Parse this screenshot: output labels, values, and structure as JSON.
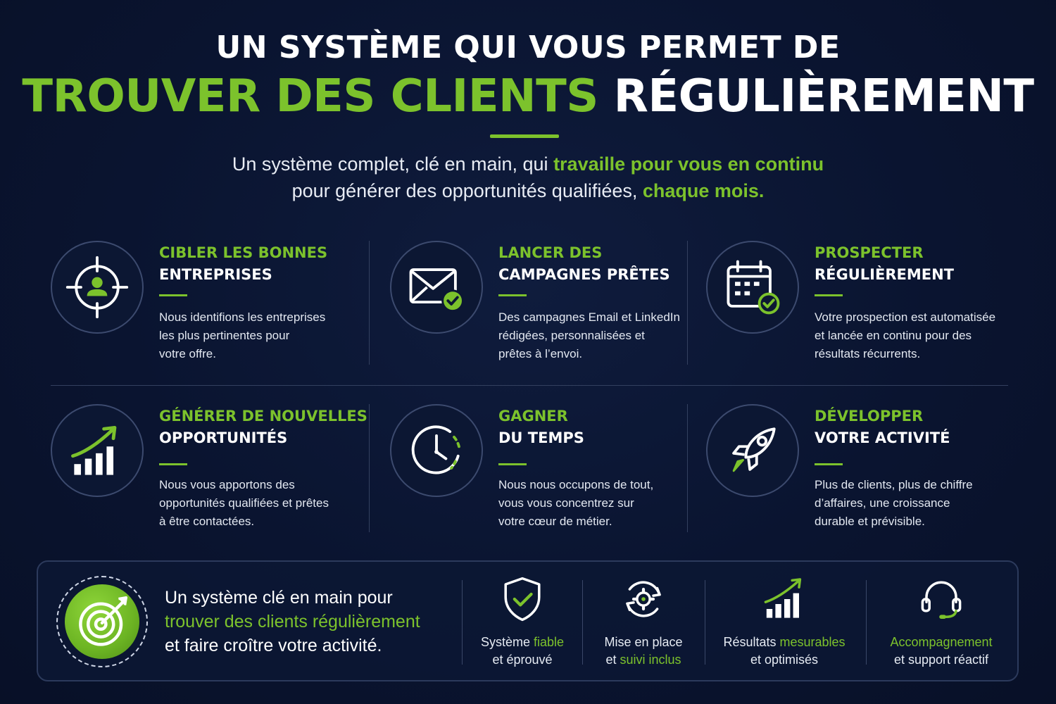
{
  "header": {
    "line1": "UN SYSTÈME QUI VOUS PERMET DE",
    "line2_green": "TROUVER DES CLIENTS",
    "line2_white": "RÉGULIÈREMENT",
    "subtitle_1a": "Un système complet, clé en main, qui ",
    "subtitle_1b": "travaille pour vous en continu",
    "subtitle_2a": "pour générer des opportunités qualifiées, ",
    "subtitle_2b": "chaque mois."
  },
  "features": [
    {
      "icon": "target-person-icon",
      "title_l1": "CIBLER LES BONNES",
      "title_l2": "ENTREPRISES",
      "desc_1": "Nous identifions les entreprises",
      "desc_2": "les plus pertinentes pour",
      "desc_3": "votre offre."
    },
    {
      "icon": "envelope-check-icon",
      "title_l1": "LANCER DES",
      "title_l2": "CAMPAGNES PRÊTES",
      "desc_1": "Des campagnes Email et LinkedIn",
      "desc_2": "rédigées, personnalisées et",
      "desc_3": "prêtes à l’envoi."
    },
    {
      "icon": "calendar-check-icon",
      "title_l1": "PROSPECTER",
      "title_l2": "RÉGULIÈREMENT",
      "desc_1": "Votre prospection est automatisée",
      "desc_2": "et lancée en continu pour des",
      "desc_3": "résultats récurrents."
    },
    {
      "icon": "growth-chart-icon",
      "title_l1": "GÉNÉRER DE NOUVELLES",
      "title_l2": "OPPORTUNITÉS",
      "desc_1": "Nous vous apportons des",
      "desc_2": "opportunités qualifiées et prêtes",
      "desc_3": "à être contactées."
    },
    {
      "icon": "clock-icon",
      "title_l1": "GAGNER",
      "title_l2": "DU TEMPS",
      "desc_1": "Nous nous occupons de tout,",
      "desc_2": "vous vous concentrez sur",
      "desc_3": "votre cœur de métier."
    },
    {
      "icon": "rocket-icon",
      "title_l1": "DÉVELOPPER",
      "title_l2": "VOTRE ACTIVITÉ",
      "desc_1": "Plus de clients, plus de chiffre",
      "desc_2": "d’affaires, une croissance",
      "desc_3": "durable et prévisible."
    }
  ],
  "panel": {
    "badge_icon": "bullseye-arrow-icon",
    "text_1": "Un système clé en main pour",
    "text_2": "trouver des clients régulièrement",
    "text_3": "et faire croître votre activité.",
    "items": [
      {
        "icon": "shield-check-icon",
        "l1a": "Système ",
        "l1b": "fiable",
        "l2": "et éprouvé"
      },
      {
        "icon": "gear-cycle-icon",
        "l1": "Mise en place",
        "l2a": "et ",
        "l2b": "suivi inclus"
      },
      {
        "icon": "bar-chart-up-icon",
        "l1a": "Résultats ",
        "l1b": "mesurables",
        "l2": "et optimisés"
      },
      {
        "icon": "headset-icon",
        "l1": "Accompagnement",
        "l2": "et support réactif"
      }
    ]
  },
  "colors": {
    "background": "#0b1530",
    "accent_green": "#7cc22c",
    "text_white": "#ffffff",
    "divider": "#33405f"
  }
}
